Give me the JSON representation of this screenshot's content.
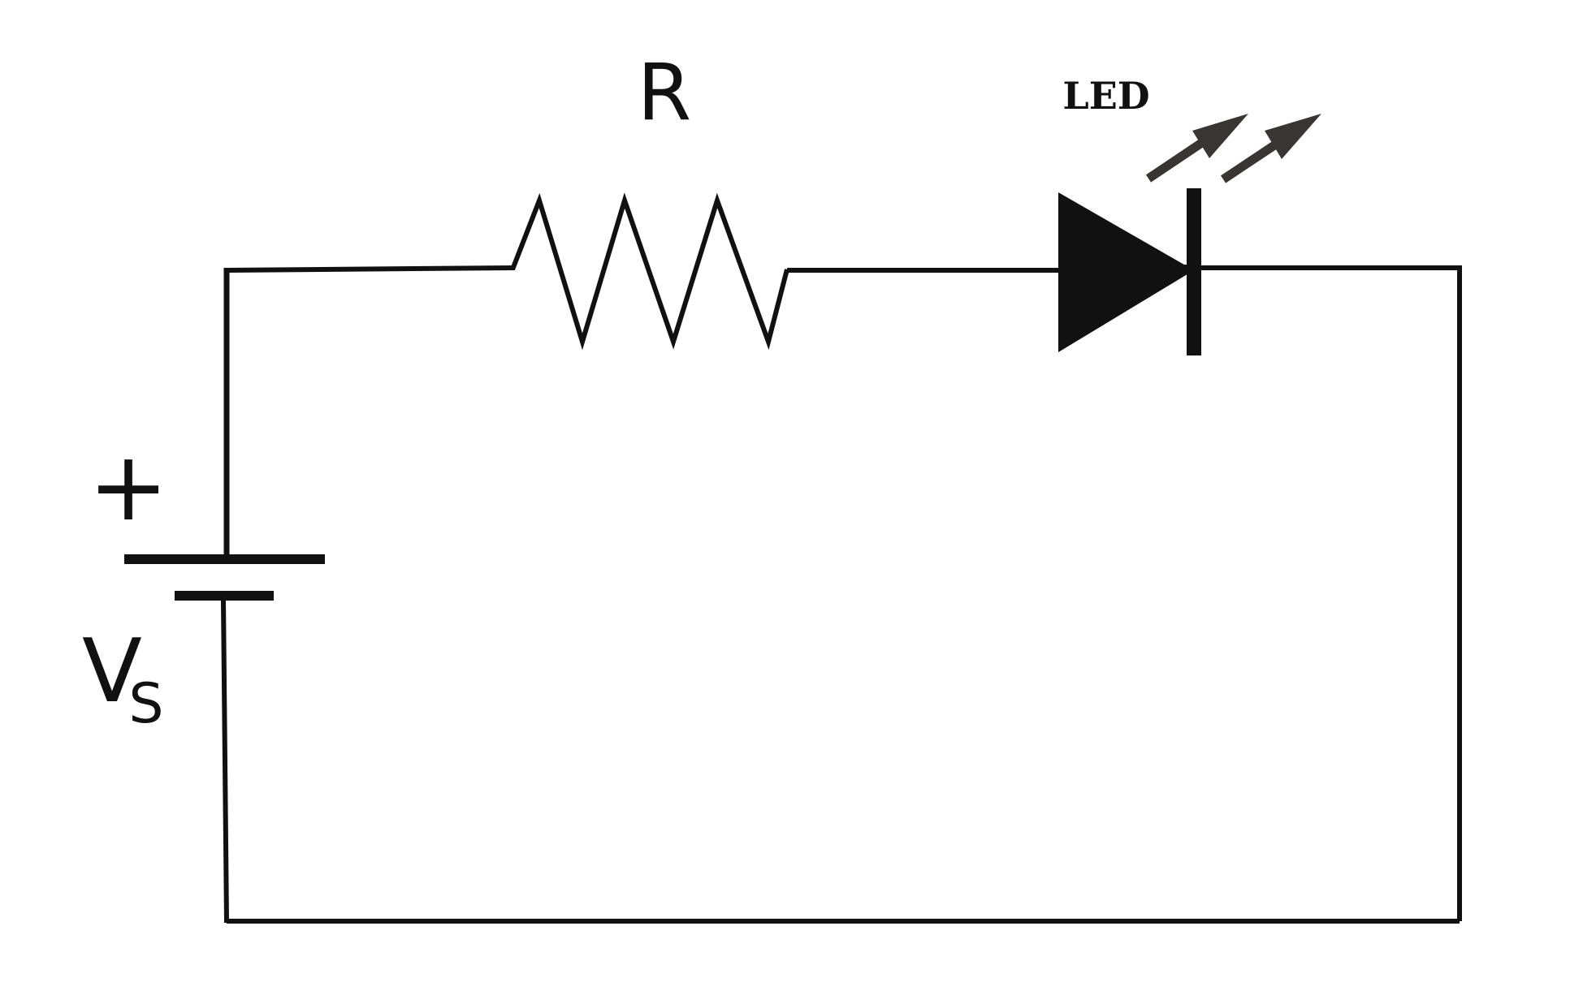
{
  "diagram": {
    "type": "circuit-schematic",
    "components": {
      "resistor": {
        "label": "R"
      },
      "led": {
        "label": "LED"
      },
      "source": {
        "polarity_label": "+",
        "label_main": "V",
        "label_sub": "S"
      }
    },
    "colors": {
      "wire": "#111111",
      "arrow": "#3a3535",
      "background": "#ffffff"
    }
  }
}
